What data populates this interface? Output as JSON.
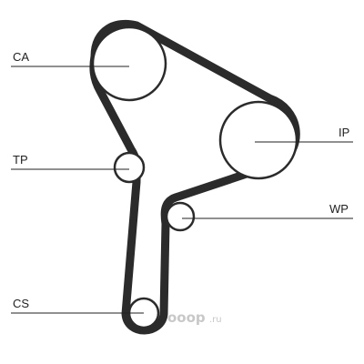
{
  "diagram": {
    "colors": {
      "belt": "#2b2b2b",
      "pulley_outline": "#2b2b2b",
      "leader": "#222222",
      "label": "#222222",
      "watermark": "#c8c8c8"
    },
    "labels": {
      "ca": "CA",
      "ip": "IP",
      "tp": "TP",
      "wp": "WP",
      "cs": "CS"
    },
    "watermark": {
      "brand": "ooop",
      "domain": ".ru"
    }
  }
}
